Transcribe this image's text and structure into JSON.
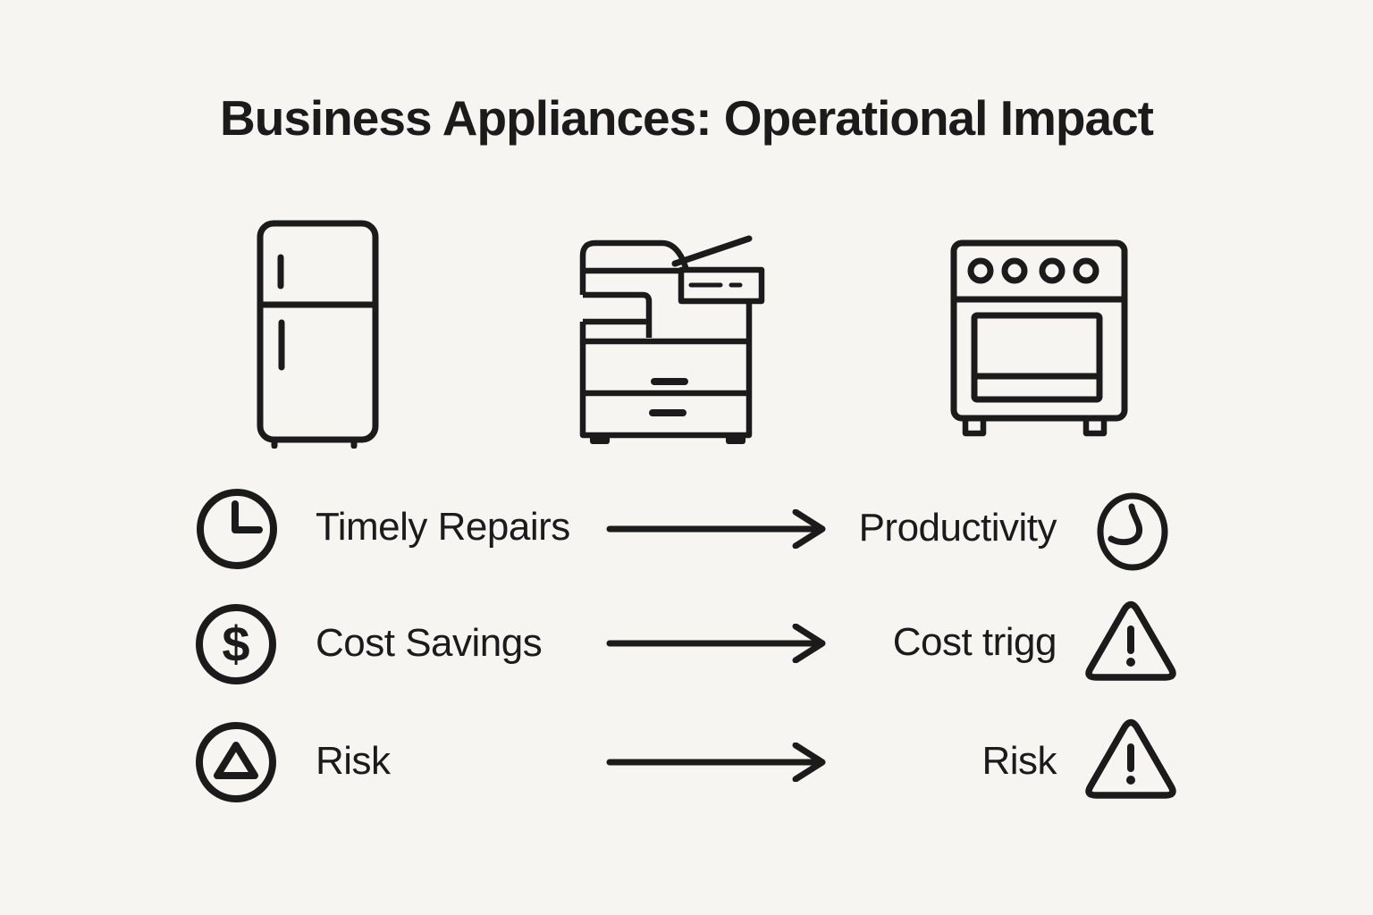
{
  "title": "Business Appliances: Operational Impact",
  "colors": {
    "background": "#f7f5f2",
    "ink": "#1b1b1b"
  },
  "appliances": [
    {
      "name": "refrigerator"
    },
    {
      "name": "copier"
    },
    {
      "name": "stove"
    }
  ],
  "icons": {
    "dollar_glyph": "$"
  },
  "rows": [
    {
      "left_icon": "clock-icon",
      "left_label": "Timely Repairs",
      "arrow": "right-arrow",
      "right_label": "Productivity",
      "right_icon": "sketch-clock-icon"
    },
    {
      "left_icon": "dollar-circle-icon",
      "left_label": "Cost Savings",
      "arrow": "right-arrow",
      "right_label": "Cost trigg",
      "right_icon": "warning-triangle-icon"
    },
    {
      "left_icon": "triangle-circle-icon",
      "left_label": "Risk",
      "arrow": "right-arrow",
      "right_label": "Risk",
      "right_icon": "warning-triangle-icon"
    }
  ]
}
